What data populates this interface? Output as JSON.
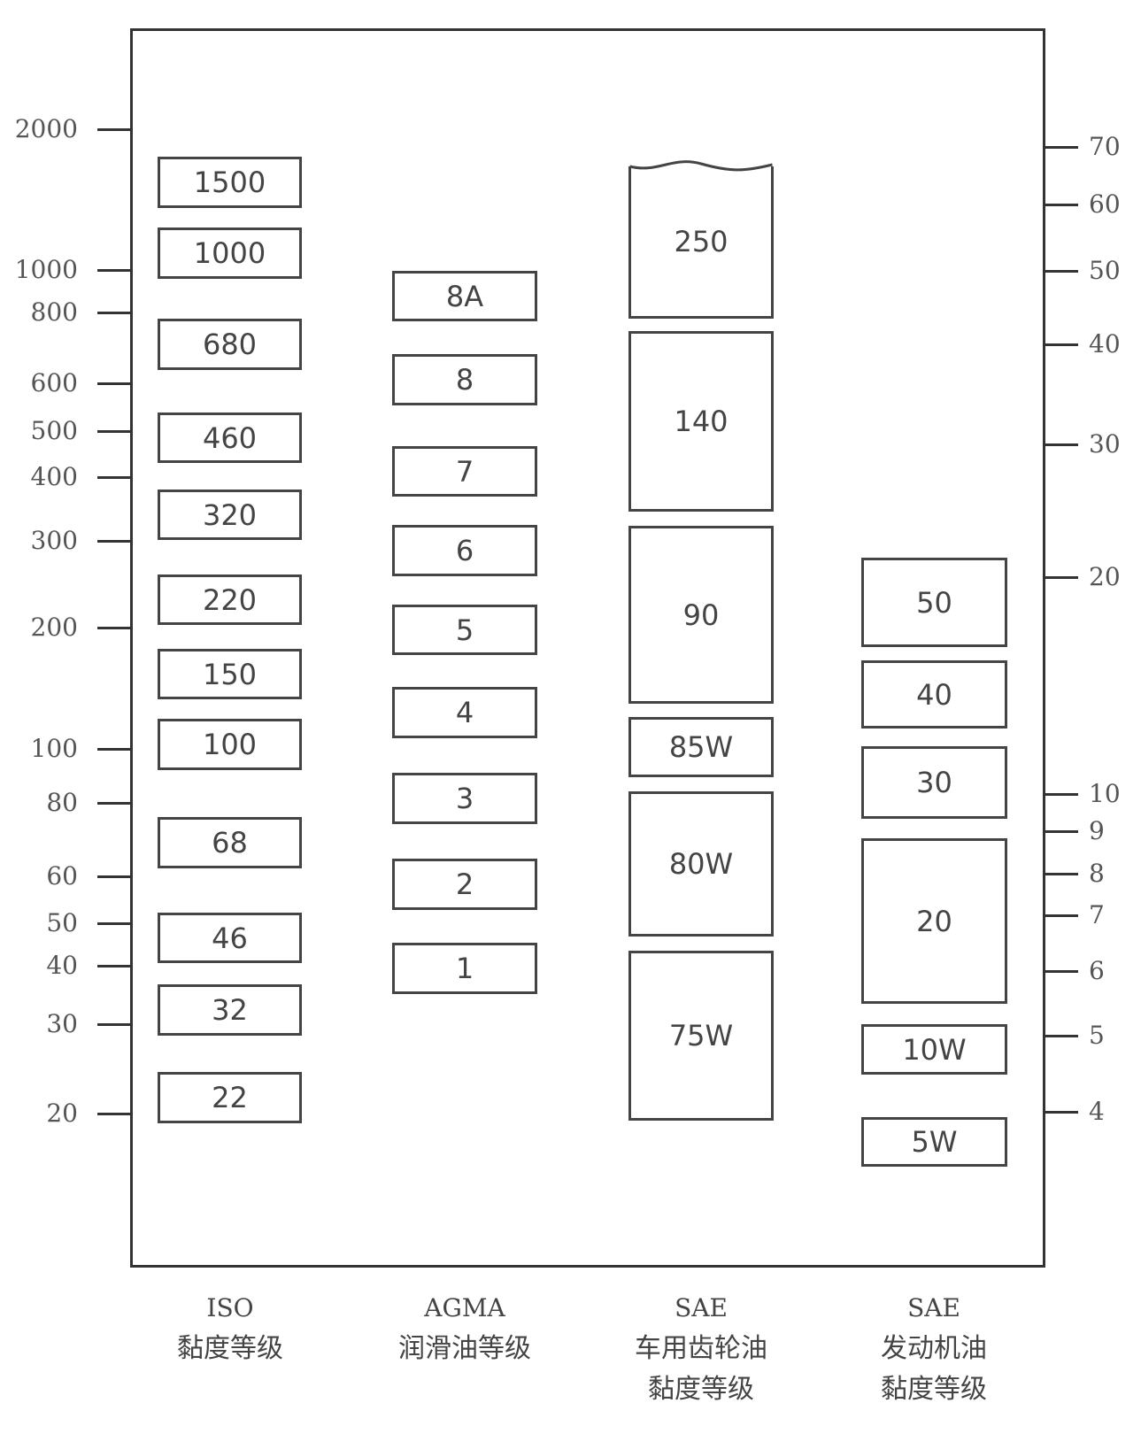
{
  "left_axis": [
    {
      "label": "2000",
      "value": 2000
    },
    {
      "label": "1000",
      "value": 1000
    },
    {
      "label": "800",
      "value": 800
    },
    {
      "label": "600",
      "value": 600
    },
    {
      "label": "500",
      "value": 500
    },
    {
      "label": "400",
      "value": 400
    },
    {
      "label": "300",
      "value": 300
    },
    {
      "label": "200",
      "value": 200
    },
    {
      "label": "100",
      "value": 100
    },
    {
      "label": "80",
      "value": 80
    },
    {
      "label": "60",
      "value": 60
    },
    {
      "label": "50",
      "value": 50
    },
    {
      "label": "40",
      "value": 40
    },
    {
      "label": "30",
      "value": 30
    },
    {
      "label": "20",
      "value": 20
    }
  ],
  "right_axis": [
    {
      "label": "70",
      "value": 70
    },
    {
      "label": "60",
      "value": 60
    },
    {
      "label": "50",
      "value": 50
    },
    {
      "label": "40",
      "value": 40
    },
    {
      "label": "30",
      "value": 30
    },
    {
      "label": "20",
      "value": 20
    },
    {
      "label": "10",
      "value": 10
    },
    {
      "label": "9",
      "value": 9
    },
    {
      "label": "8",
      "value": 8
    },
    {
      "label": "7",
      "value": 7
    },
    {
      "label": "6",
      "value": 6
    },
    {
      "label": "5",
      "value": 5
    },
    {
      "label": "4",
      "value": 4
    }
  ],
  "columns": [
    {
      "id": "iso",
      "header": [
        "ISO",
        "黏度等级"
      ],
      "grades": [
        "1500",
        "1000",
        "680",
        "460",
        "320",
        "220",
        "150",
        "100",
        "68",
        "46",
        "32",
        "22"
      ]
    },
    {
      "id": "agma",
      "header": [
        "AGMA",
        "润滑油等级"
      ],
      "grades": [
        "8A",
        "8",
        "7",
        "6",
        "5",
        "4",
        "3",
        "2",
        "1"
      ]
    },
    {
      "id": "sae-gear",
      "header": [
        "SAE",
        "车用齿轮油",
        "黏度等级"
      ],
      "grades": [
        "250",
        "140",
        "90",
        "85W",
        "80W",
        "75W"
      ]
    },
    {
      "id": "sae-engine",
      "header": [
        "SAE",
        "发动机油",
        "黏度等级"
      ],
      "grades": [
        "50",
        "40",
        "30",
        "20",
        "10W",
        "5W"
      ]
    }
  ]
}
